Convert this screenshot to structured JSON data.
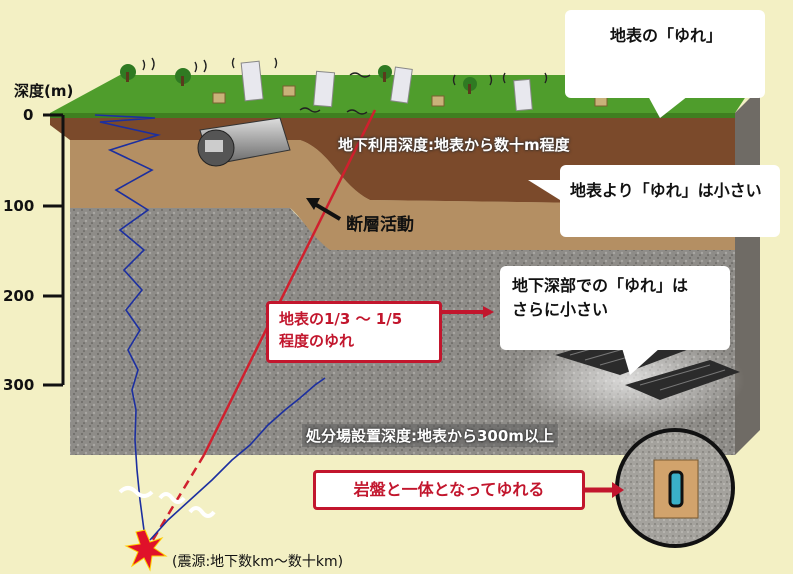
{
  "depth_axis": {
    "title": "深度(m)",
    "ticks": [
      "0",
      "100",
      "200",
      "300"
    ]
  },
  "bubbles": {
    "surface_title": "地表の「ゆれ」",
    "mid_title": "地表より「ゆれ」は小さい",
    "deep_title_line1": "地下深部での「ゆれ」は",
    "deep_title_line2": "さらに小さい"
  },
  "labels": {
    "underground_use": "地下利用深度:地表から数十m程度",
    "fault": "断層活動",
    "disposal_depth": "処分場設置深度:地表から300m以上",
    "epicenter": "(震源:地下数km〜数十km)"
  },
  "red_boxes": {
    "ratio_line1": "地表の1/3 〜 1/5",
    "ratio_line2": "程度のゆれ",
    "bedrock": "岩盤と一体となってゆれる"
  },
  "colors": {
    "background": "#f3f0c4",
    "accent_red": "#c2162d",
    "wave_blue": "#1c2fa0",
    "grass": "#4c9a2a",
    "topsoil": "#7a4a2a",
    "sediment": "#b8946a",
    "bedrock": "#8c8a86"
  }
}
